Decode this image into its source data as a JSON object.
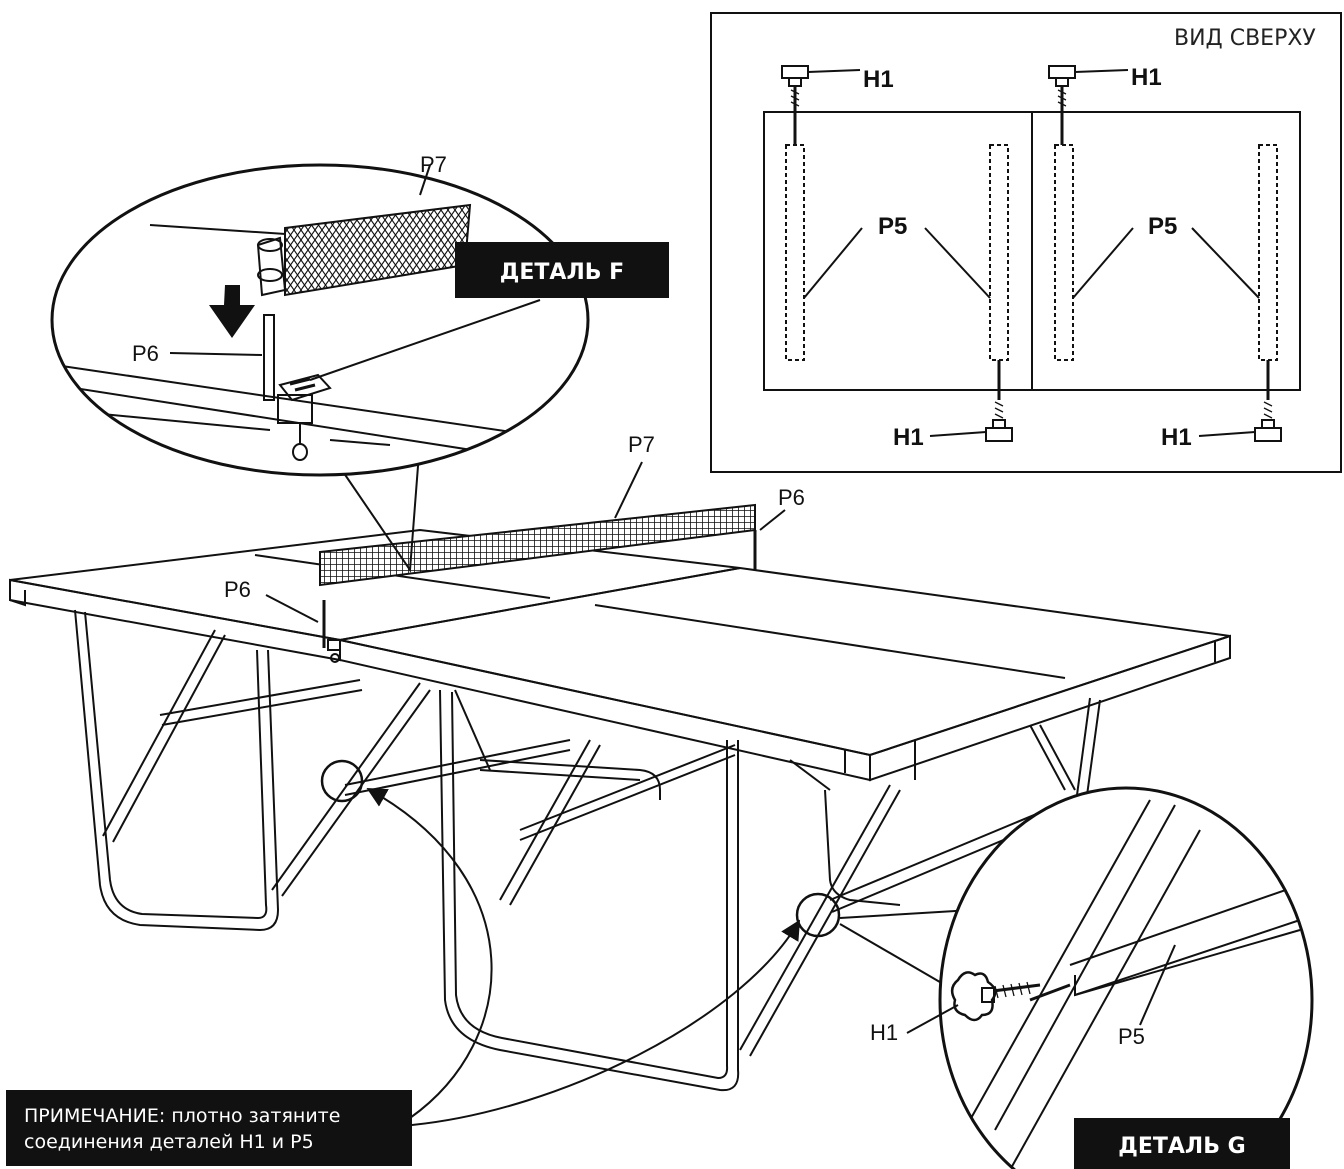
{
  "top_view": {
    "title": "ВИД СВЕРХУ",
    "labels": {
      "h1_top_left": "H1",
      "h1_top_right": "H1",
      "h1_bottom_left": "H1",
      "h1_bottom_right": "H1",
      "p5_left": "P5",
      "p5_right": "P5"
    }
  },
  "detail_f": {
    "tag": "ДЕТАЛЬ F",
    "p7": "P7",
    "p6": "P6"
  },
  "table": {
    "p7": "P7",
    "p6_right": "P6",
    "p6_left": "P6"
  },
  "detail_g": {
    "tag": "ДЕТАЛЬ G",
    "h1": "H1",
    "p5": "P5"
  },
  "note": {
    "line1": "ПРИМЕЧАНИЕ: плотно затяните",
    "line2": "соединения деталей H1 и P5"
  }
}
